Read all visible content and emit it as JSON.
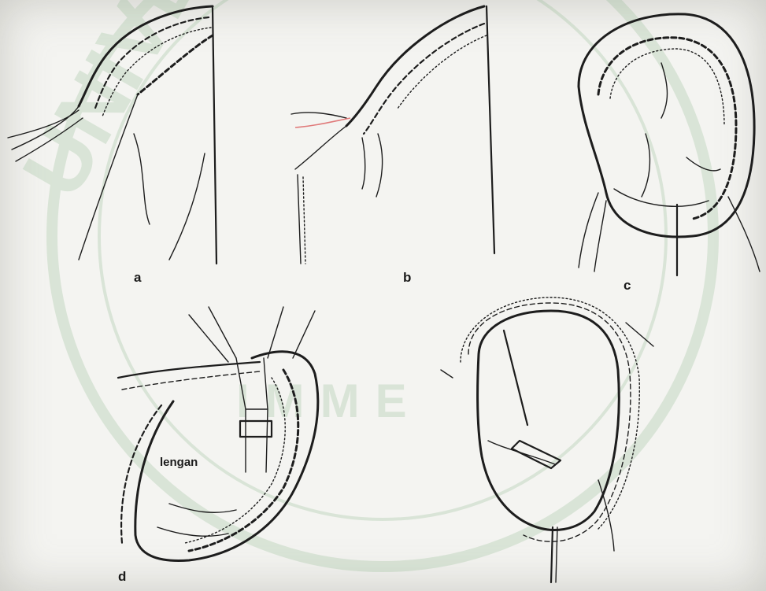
{
  "labels": {
    "a": "a",
    "b": "b",
    "c": "c",
    "d": "d",
    "lengan": "lengan"
  },
  "colors": {
    "paper": "#f4f4f1",
    "ink": "#1d1d1d",
    "watermark": "#7fb07f",
    "thread_highlight": "#e07a7a"
  },
  "watermark": {
    "letters_top": "UNIVE",
    "letters_mid": "IMME"
  }
}
